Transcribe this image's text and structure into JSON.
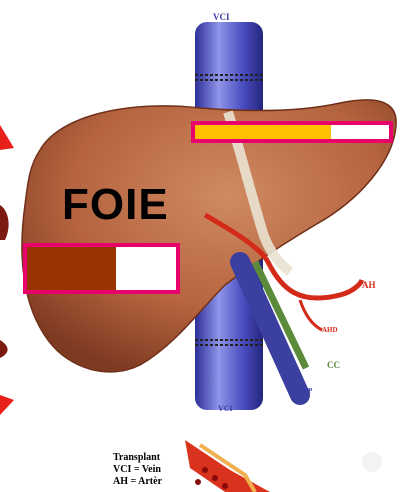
{
  "title": "FOIE",
  "labels": {
    "vci_top": "VCI",
    "vci_bottom": "VCI",
    "ah": "AH",
    "ahd": "AHD",
    "cc": "CC",
    "vp": "VP"
  },
  "legend": {
    "line1": "Transplant",
    "line2": "VCI = Vein",
    "line3": "AH = Artèr"
  },
  "bars": [
    {
      "name": "bar-top",
      "fill_fraction": 0.7,
      "fill_color": "#ffc000"
    },
    {
      "name": "bar-left",
      "fill_fraction": 0.6,
      "fill_color": "#993300"
    }
  ],
  "colors": {
    "border": "#e8006b",
    "liver": "#b86a44",
    "vena_cava": "#4a4ec0",
    "artery": "#d42a1a",
    "duct": "#5a8a3a"
  }
}
